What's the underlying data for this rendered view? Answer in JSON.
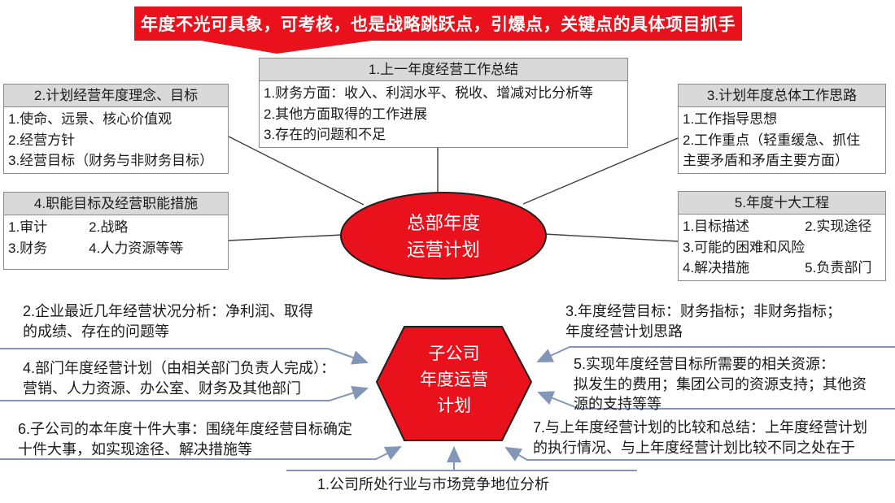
{
  "banner": {
    "text": "年度不光可具象，可考核，也是战略跳跃点，引爆点，关键点的具体项目抓手"
  },
  "hq_node": {
    "label": "总部年度\n运营计划"
  },
  "subsidiary_node": {
    "label": "子公司\n年度运营\n计划"
  },
  "hq_boxes": [
    {
      "title": "1.上一年度经营工作总结",
      "body": "1.财务方面：收入、利润水平、税收、增减对比分析等\n2.其他方面取得的工作进展\n3.存在的问题和不足"
    },
    {
      "title": "2.计划经营年度理念、目标",
      "body": "1.使命、远景、核心价值观\n2.经营方针\n3.经营目标（财务与非财务目标）"
    },
    {
      "title": "3.计划年度总体工作思路",
      "body": "1.工作指导思想\n2.工作重点（轻重缓急、抓住\n主要矛盾和矛盾主要方面）"
    },
    {
      "title": "4.职能目标及经营职能措施",
      "body": "1.审计　　　2.战略\n3.财务　　　4.人力资源等等"
    },
    {
      "title": "5.年度十大工程",
      "body": "1.目标描述　　　　2.实现途径\n3.可能的困难和风险\n4.解决措施　　　　5.负责部门"
    }
  ],
  "subsidiary_notes": [
    {
      "text": "1.公司所处行业与市场竞争地位分析"
    },
    {
      "text": "2.企业最近几年经营状况分析：净利润、取得\n的成绩、存在的问题等"
    },
    {
      "text": "3.年度经营目标：财务指标；非财务指标；\n年度经营计划思路"
    },
    {
      "text": "4.部门年度经营计划（由相关部门负责人完成）：\n营销、人力资源、办公室、财务及其他部门"
    },
    {
      "text": "5.实现年度经营目标所需要的相关资源：\n拟发生的费用；集团公司的资源支持；其他资\n源的支持等等"
    },
    {
      "text": "6.子公司的本年度十件大事：围绕年度经营目标确定\n十件大事，如实现途径、解决措施等"
    },
    {
      "text": "7.与上年度经营计划的比较和总结：上年度经营计划\n的执行情况、与上年度经营计划比较不同之处在于"
    }
  ],
  "colors": {
    "accent_red": "#e8111c",
    "shape_border": "#1f1f1f",
    "box_header_bg": "#d9d9d9",
    "box_border": "#8a8a8a",
    "connector_line": "#3f3f3f",
    "arrow_blue": "#8296b8",
    "text": "#1a1a1a",
    "banner_text": "#ffffff"
  }
}
